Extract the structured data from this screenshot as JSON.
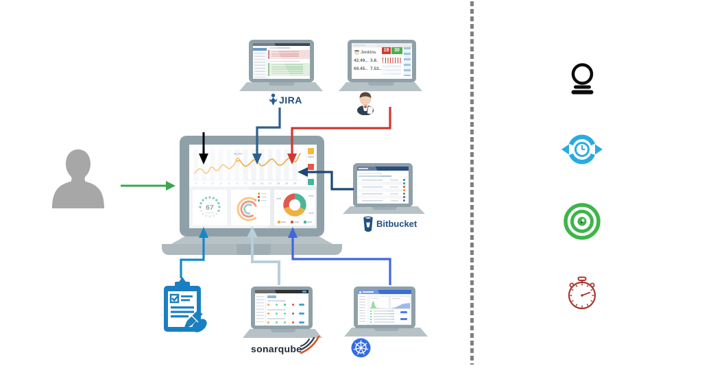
{
  "icons": {
    "left_actor": "person-silhouette",
    "clipboard": "checklist-clipboard",
    "right_column": [
      "crystal-ball",
      "continuous-sync",
      "target-bullseye",
      "stopwatch"
    ]
  },
  "colors": {
    "user_arrow": "#3aa74f",
    "plain_arrow": "#000000",
    "jira_arrow": "#2d5f8e",
    "jenkins_arrow": "#cf3832",
    "bitbucket_arrow": "#1c4875",
    "clipboard_arrow": "#1587c8",
    "sonarqube_arrow": "#b8cfdb",
    "kubernetes_arrow": "#3f66e0",
    "jira_brand": "#1d4b7c",
    "bitbucket_brand": "#205081",
    "kubernetes_brand": "#326ce5",
    "sync_icon": "#29abe2",
    "target_icon": "#3db54a",
    "stopwatch_icon": "#a6372d",
    "laptop_body": "#8fa0a8"
  },
  "dashboard": {
    "line_chart": {
      "type": "line",
      "annotation": "25,000",
      "x_ticks": [
        "8",
        "9",
        "10",
        "11",
        "12",
        "13",
        "14",
        "15",
        "16",
        "17",
        "18",
        "19",
        "20"
      ],
      "line_color": "#f2a93c",
      "legend_colors": [
        "#f6b93c",
        "#e2574c",
        "#43b79b"
      ]
    },
    "gauge": {
      "type": "gauge",
      "value": "67",
      "fill_color": "#3eb489"
    },
    "radial": {
      "type": "radial-progress",
      "ring_colors": [
        "#f0a83a",
        "#e0584e",
        "#46b79c"
      ]
    },
    "donut": {
      "type": "donut",
      "segments": [
        {
          "color": "#49b796",
          "value": 32
        },
        {
          "color": "#f0b03f",
          "value": 38
        },
        {
          "color": "#e0584e",
          "value": 30
        }
      ]
    }
  },
  "tools": {
    "jira": {
      "label": "JIRA"
    },
    "jenkins": {
      "label": "Jenkins",
      "fail_count": "19",
      "pass_count": "30",
      "stats": [
        [
          "42.49..",
          "3.8."
        ],
        [
          "69.45..",
          "7.53.."
        ]
      ]
    },
    "bitbucket": {
      "label": "Bitbucket"
    },
    "sonarqube": {
      "label": "sonarqube"
    },
    "kubernetes": {
      "icon": "kubernetes-wheel"
    }
  }
}
